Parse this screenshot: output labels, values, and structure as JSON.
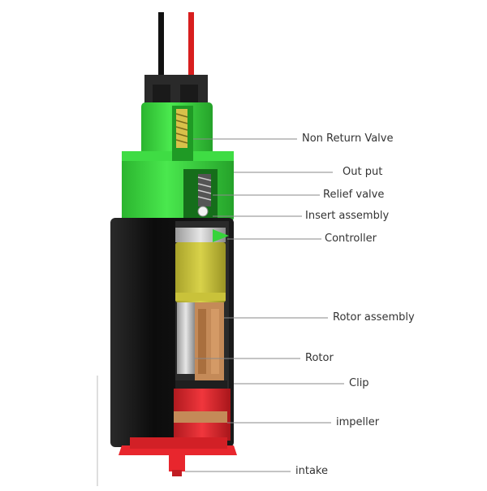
{
  "diagram": {
    "colors": {
      "housing_black": "#141414",
      "cap_green": "#36d33a",
      "cap_green_dark": "#1f9a25",
      "connector_dark": "#2a2a2a",
      "wire_black": "#111111",
      "wire_red": "#d81e1e",
      "yellow_controller": "#c9c23a",
      "copper": "#c48a58",
      "impeller_red": "#e8262d",
      "leader_line": "#8a8a8a",
      "label_text": "#333333"
    },
    "labels": {
      "non_return_valve": "Non Return Valve",
      "output": "Out put",
      "relief_valve": "Relief valve",
      "insert_assembly": "Insert assembly",
      "controller": "Controller",
      "rotor_assembly": "Rotor assembly",
      "rotor": "Rotor",
      "clip": "Clip",
      "impeller": "impeller",
      "intake": "intake"
    }
  }
}
